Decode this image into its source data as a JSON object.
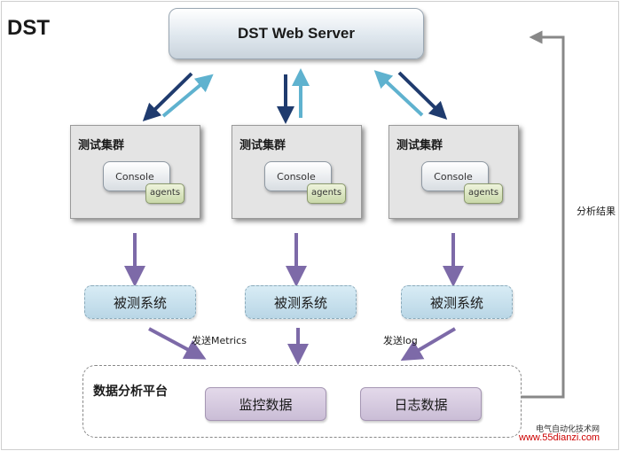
{
  "brand": "DST",
  "server_label": "DST Web Server",
  "clusters": [
    {
      "label": "测试集群",
      "console": "Console",
      "agents": "agents"
    },
    {
      "label": "测试集群",
      "console": "Console",
      "agents": "agents"
    },
    {
      "label": "测试集群",
      "console": "Console",
      "agents": "agents"
    }
  ],
  "systems": [
    "被测系统",
    "被测系统",
    "被测系统"
  ],
  "edge_labels": {
    "metrics": "发送Metrics",
    "log": "发送log",
    "analysis": "分析结果"
  },
  "platform": {
    "label": "数据分析平台",
    "stores": [
      "监控数据",
      "日志数据"
    ]
  },
  "watermark": {
    "line1": "电气自动化技术网",
    "line2": "www.55dianzi.com"
  },
  "colors": {
    "diag_arrow": "#7d6aa8",
    "server_arrow_dark": "#1f3b6e",
    "server_arrow_light": "#5fb2cf",
    "return_arrow": "#888888"
  }
}
